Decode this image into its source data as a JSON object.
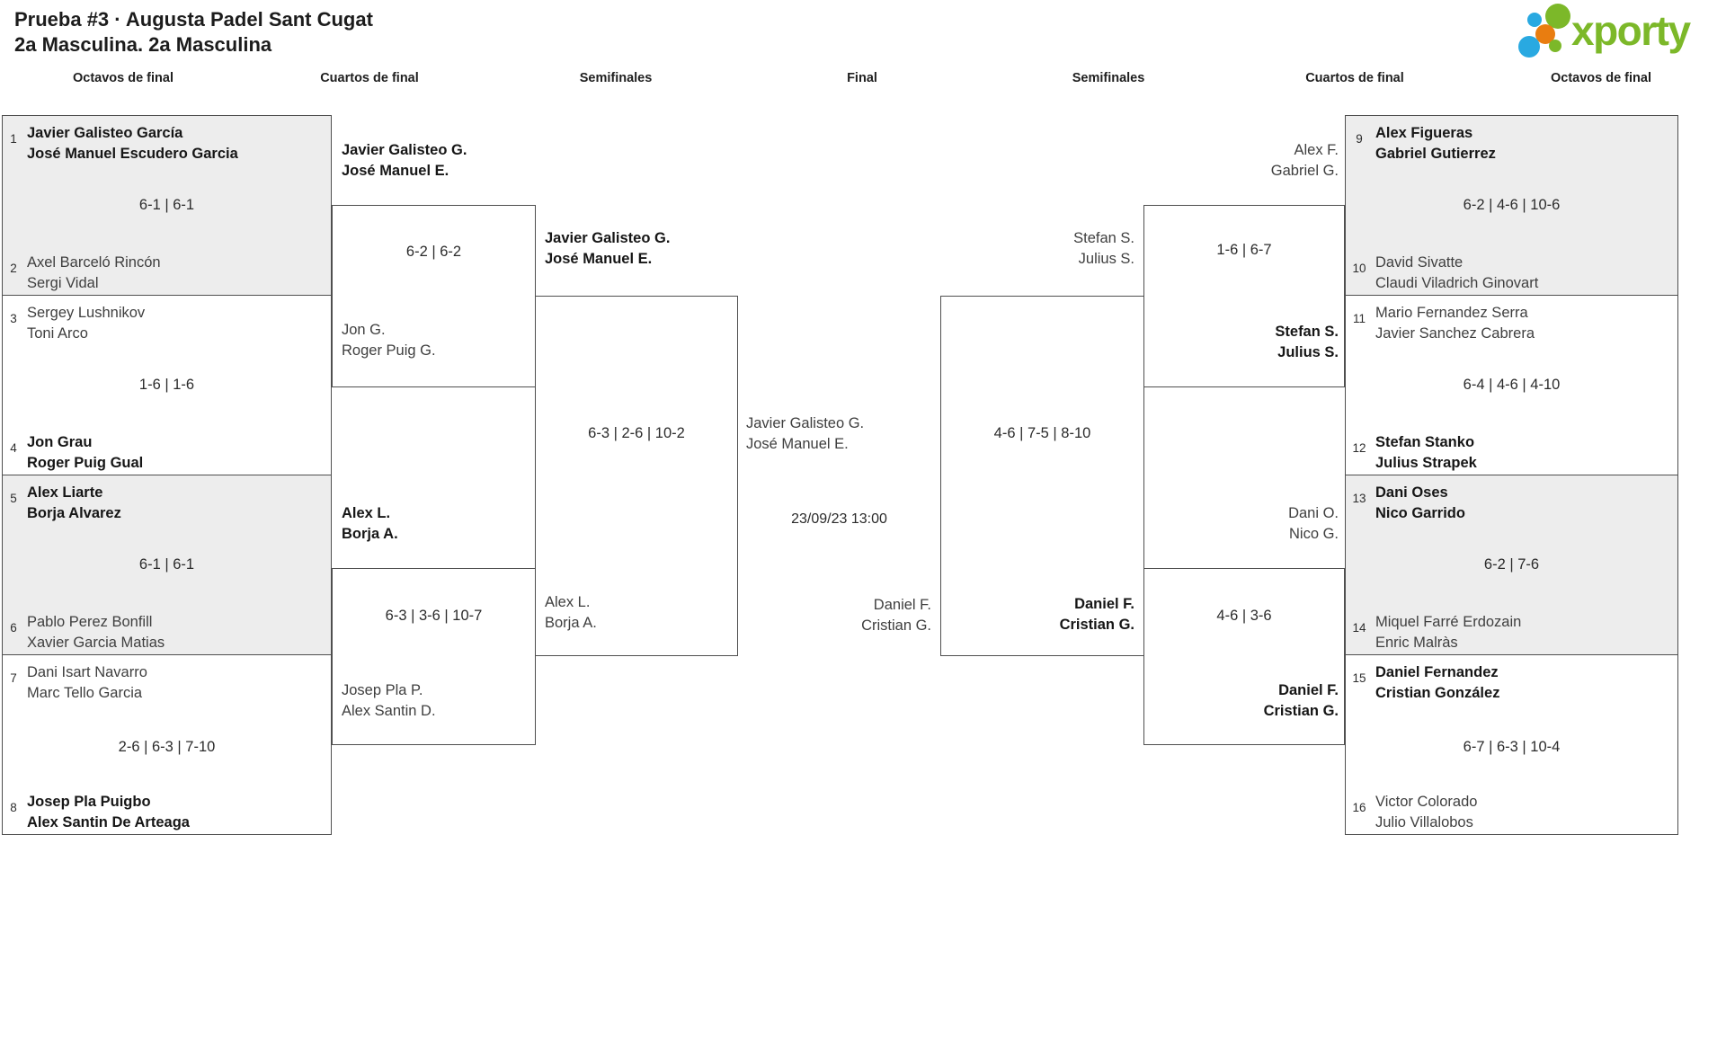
{
  "header": {
    "title_line1": "Prueba #3 · Augusta Padel Sant Cugat",
    "title_line2": "2a Masculina. 2a Masculina",
    "logo_text": "xporty"
  },
  "colors": {
    "logo_green": "#7cb829",
    "logo_blue": "#29a9e1",
    "logo_orange": "#e97d10",
    "box_gray": "#ededed",
    "box_border": "#4f4f4f"
  },
  "round_labels": [
    "Octavos de final",
    "Cuartos de final",
    "Semifinales",
    "Final",
    "Semifinales",
    "Cuartos de final",
    "Octavos de final"
  ],
  "bracket": {
    "octavos_left": [
      {
        "seed_top": "1",
        "top": [
          "Javier Galisteo García",
          "José Manuel Escudero Garcia"
        ],
        "top_winner": true,
        "score": "6-1 | 6-1",
        "seed_bottom": "2",
        "bottom": [
          "Axel Barceló Rincón",
          "Sergi Vidal"
        ],
        "bottom_winner": false
      },
      {
        "seed_top": "3",
        "top": [
          "Sergey Lushnikov",
          "Toni Arco"
        ],
        "top_winner": false,
        "score": "1-6 | 1-6",
        "seed_bottom": "4",
        "bottom": [
          "Jon Grau",
          "Roger Puig Gual"
        ],
        "bottom_winner": true
      },
      {
        "seed_top": "5",
        "top": [
          "Alex Liarte",
          "Borja Alvarez"
        ],
        "top_winner": true,
        "score": "6-1 | 6-1",
        "seed_bottom": "6",
        "bottom": [
          "Pablo Perez Bonfill",
          "Xavier Garcia Matias"
        ],
        "bottom_winner": false
      },
      {
        "seed_top": "7",
        "top": [
          "Dani Isart Navarro",
          "Marc Tello Garcia"
        ],
        "top_winner": false,
        "score": "2-6 | 6-3 | 7-10",
        "seed_bottom": "8",
        "bottom": [
          "Josep Pla Puigbo",
          "Alex Santin De Arteaga"
        ],
        "bottom_winner": true
      }
    ],
    "octavos_right": [
      {
        "seed_top": "9",
        "top": [
          "Alex Figueras",
          "Gabriel Gutierrez"
        ],
        "top_winner": true,
        "score": "6-2 | 4-6 | 10-6",
        "seed_bottom": "10",
        "bottom": [
          "David Sivatte",
          "Claudi Viladrich Ginovart"
        ],
        "bottom_winner": false
      },
      {
        "seed_top": "11",
        "top": [
          "Mario Fernandez Serra",
          "Javier Sanchez Cabrera"
        ],
        "top_winner": false,
        "score": "6-4 | 4-6 | 4-10",
        "seed_bottom": "12",
        "bottom": [
          "Stefan Stanko",
          "Julius Strapek"
        ],
        "bottom_winner": true
      },
      {
        "seed_top": "13",
        "top": [
          "Dani Oses",
          "Nico Garrido"
        ],
        "top_winner": true,
        "score": "6-2 | 7-6",
        "seed_bottom": "14",
        "bottom": [
          "Miquel Farré Erdozain",
          "Enric Malràs"
        ],
        "bottom_winner": false
      },
      {
        "seed_top": "15",
        "top": [
          "Daniel Fernandez",
          "Cristian González"
        ],
        "top_winner": true,
        "score": "6-7 | 6-3 | 10-4",
        "seed_bottom": "16",
        "bottom": [
          "Victor Colorado",
          "Julio Villalobos"
        ],
        "bottom_winner": false
      }
    ],
    "cuartos_left": [
      {
        "top": [
          "Javier Galisteo G.",
          "José Manuel E."
        ],
        "top_winner": true,
        "score": "6-2 | 6-2",
        "bottom": [
          "Jon G.",
          "Roger Puig G."
        ],
        "bottom_winner": false
      },
      {
        "top": [
          "Alex L.",
          "Borja A."
        ],
        "top_winner": true,
        "score": "6-3 | 3-6 | 10-7",
        "bottom": [
          "Josep Pla P.",
          "Alex Santin D."
        ],
        "bottom_winner": false
      }
    ],
    "cuartos_right": [
      {
        "top": [
          "Alex F.",
          "Gabriel G."
        ],
        "top_winner": false,
        "score": "1-6 | 6-7",
        "bottom": [
          "Stefan S.",
          "Julius S."
        ],
        "bottom_winner": true
      },
      {
        "top": [
          "Dani O.",
          "Nico G."
        ],
        "top_winner": false,
        "score": "4-6 | 3-6",
        "bottom": [
          "Daniel F.",
          "Cristian G."
        ],
        "bottom_winner": true
      }
    ],
    "semifinal_left": {
      "top": [
        "Javier Galisteo G.",
        "José Manuel E."
      ],
      "top_winner": true,
      "score": "6-3 | 2-6 | 10-2",
      "bottom": [
        "Alex L.",
        "Borja A."
      ],
      "bottom_winner": false
    },
    "semifinal_right": {
      "top": [
        "Stefan S.",
        "Julius S."
      ],
      "top_winner": false,
      "score": "4-6 | 7-5 | 8-10",
      "bottom": [
        "Daniel F.",
        "Cristian G."
      ],
      "bottom_winner": true
    },
    "final": {
      "top": [
        "Javier Galisteo G.",
        "José Manuel E."
      ],
      "datetime": "23/09/23 13:00",
      "bottom": [
        "Daniel F.",
        "Cristian G."
      ]
    }
  }
}
